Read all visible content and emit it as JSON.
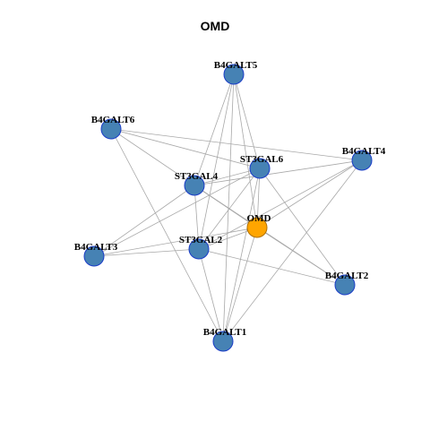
{
  "title": "OMD",
  "colors": {
    "edge": "#a8a8a8",
    "node_fill": "#4682b4",
    "node_stroke": "#1a3cc8",
    "hub_fill": "#ffa500",
    "hub_stroke": "#b07000",
    "label": "#000000"
  },
  "nodes": [
    {
      "id": "B4GALT5",
      "label": "B4GALT5",
      "kind": "gene"
    },
    {
      "id": "B4GALT6",
      "label": "B4GALT6",
      "kind": "gene"
    },
    {
      "id": "ST3GAL6",
      "label": "ST3GAL6",
      "kind": "gene"
    },
    {
      "id": "B4GALT4",
      "label": "B4GALT4",
      "kind": "gene"
    },
    {
      "id": "ST3GAL4",
      "label": "ST3GAL4",
      "kind": "gene"
    },
    {
      "id": "OMD",
      "label": "OMD",
      "kind": "hub"
    },
    {
      "id": "ST3GAL2",
      "label": "ST3GAL2",
      "kind": "gene"
    },
    {
      "id": "B4GALT3",
      "label": "B4GALT3",
      "kind": "gene"
    },
    {
      "id": "B4GALT2",
      "label": "B4GALT2",
      "kind": "gene"
    },
    {
      "id": "B4GALT1",
      "label": "B4GALT1",
      "kind": "gene"
    }
  ],
  "edges": [
    [
      "B4GALT5",
      "ST3GAL4"
    ],
    [
      "B4GALT5",
      "ST3GAL2"
    ],
    [
      "B4GALT5",
      "OMD"
    ],
    [
      "B4GALT5",
      "ST3GAL6"
    ],
    [
      "B4GALT5",
      "B4GALT1"
    ],
    [
      "B4GALT6",
      "ST3GAL6"
    ],
    [
      "B4GALT6",
      "OMD"
    ],
    [
      "B4GALT6",
      "B4GALT4"
    ],
    [
      "B4GALT6",
      "B4GALT1"
    ],
    [
      "ST3GAL6",
      "ST3GAL4"
    ],
    [
      "ST3GAL6",
      "OMD"
    ],
    [
      "ST3GAL6",
      "ST3GAL2"
    ],
    [
      "ST3GAL6",
      "B4GALT3"
    ],
    [
      "ST3GAL6",
      "B4GALT2"
    ],
    [
      "ST3GAL6",
      "B4GALT1"
    ],
    [
      "B4GALT4",
      "ST3GAL4"
    ],
    [
      "B4GALT4",
      "OMD"
    ],
    [
      "B4GALT4",
      "ST3GAL2"
    ],
    [
      "B4GALT4",
      "B4GALT1"
    ],
    [
      "ST3GAL4",
      "OMD"
    ],
    [
      "ST3GAL4",
      "ST3GAL2"
    ],
    [
      "ST3GAL4",
      "B4GALT3"
    ],
    [
      "ST3GAL4",
      "B4GALT2"
    ],
    [
      "OMD",
      "ST3GAL2"
    ],
    [
      "OMD",
      "B4GALT3"
    ],
    [
      "OMD",
      "B4GALT2"
    ],
    [
      "OMD",
      "B4GALT1"
    ],
    [
      "ST3GAL2",
      "B4GALT3"
    ],
    [
      "ST3GAL2",
      "B4GALT2"
    ],
    [
      "ST3GAL2",
      "B4GALT1"
    ]
  ]
}
